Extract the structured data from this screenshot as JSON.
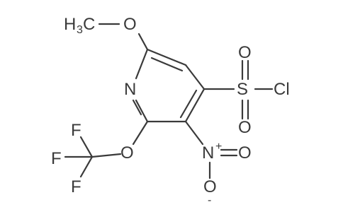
{
  "molecule": {
    "methyl_label": "H",
    "methyl_c": "C",
    "methyl_sub": "3",
    "o_methoxy": "O",
    "n_ring": "N",
    "sulfur": "S",
    "o_s_top": "O",
    "o_s_bottom": "O",
    "chlorine": "Cl",
    "n_nitro": "N",
    "n_nitro_charge": "+",
    "o_nitro_right": "O",
    "o_nitro_bottom": "O",
    "o_nitro_charge": "-",
    "o_ocf3": "O",
    "f_top": "F",
    "f_left": "F",
    "f_bottom": "F"
  },
  "colors": {
    "ink": "#3a3a3a",
    "background": "#ffffff"
  }
}
